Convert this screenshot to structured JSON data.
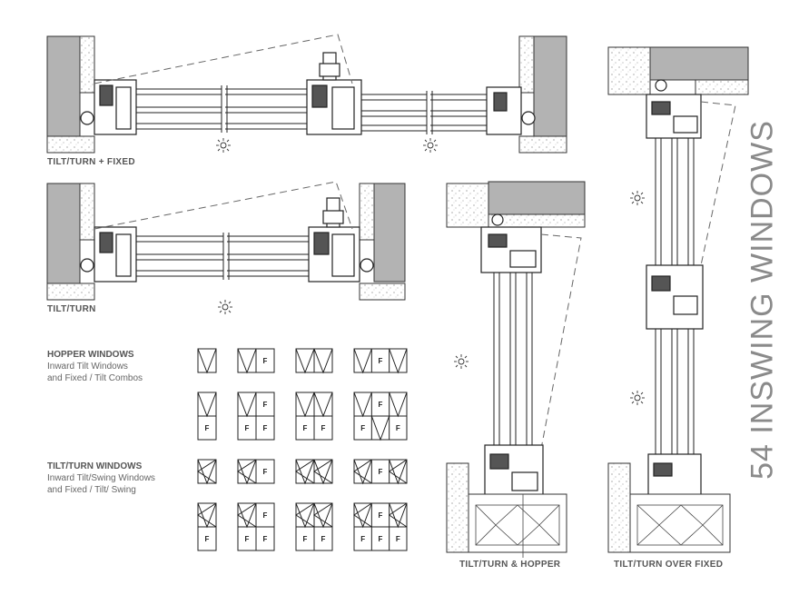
{
  "title": "54 INSWING WINDOWS",
  "details": {
    "tilt_turn_fixed": "TILT/TURN + FIXED",
    "tilt_turn": "TILT/TURN",
    "tilt_turn_hopper": "TILT/TURN & HOPPER",
    "tilt_turn_over_fixed": "TILT/TURN OVER FIXED"
  },
  "hopper_legend": {
    "heading": "HOPPER WINDOWS",
    "line1": "Inward Tilt Windows",
    "line2": "and Fixed / Tilt Combos"
  },
  "tilt_legend": {
    "heading": "TILT/TURN WINDOWS",
    "line1": "Inward Tilt/Swing Windows",
    "line2": "and Fixed / Tilt/ Swing"
  },
  "fixed_mark": "F",
  "colors": {
    "line": "#222222",
    "wall": "#b3b3b3",
    "text": "#555555",
    "title": "#8a8a8a"
  }
}
